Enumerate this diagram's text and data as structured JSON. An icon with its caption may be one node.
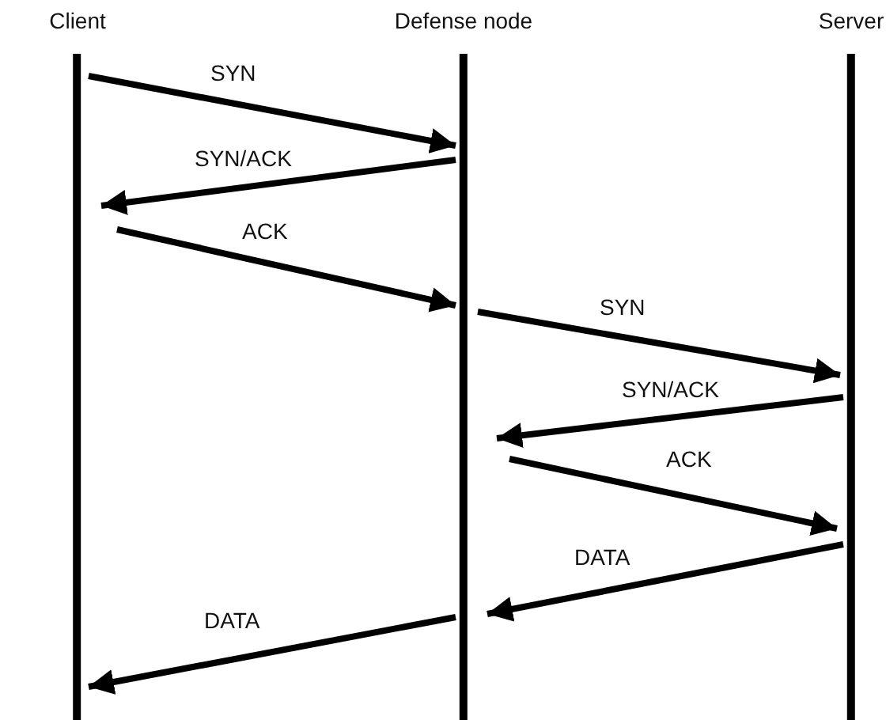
{
  "diagram": {
    "nodes": [
      {
        "text": [
          "Client"
        ]
      },
      {
        "text": [
          "Defense node"
        ]
      },
      {
        "text": [
          "Server"
        ]
      }
    ],
    "edges": [
      {
        "from": 0,
        "to": 1,
        "arrow": "to",
        "label": "SYN"
      },
      {
        "from": 1,
        "to": 0,
        "arrow": "to",
        "label": "SYN/ACK"
      },
      {
        "from": 0,
        "to": 1,
        "arrow": "to",
        "label": "ACK"
      },
      {
        "from": 1,
        "to": 2,
        "arrow": "to",
        "label": "SYN"
      },
      {
        "from": 2,
        "to": 1,
        "arrow": "to",
        "label": "SYN/ACK"
      },
      {
        "from": 1,
        "to": 2,
        "arrow": "to",
        "label": "ACK"
      },
      {
        "from": 2,
        "to": 1,
        "arrow": "to",
        "label": "DATA"
      },
      {
        "from": 1,
        "to": 0,
        "arrow": "to",
        "label": "DATA"
      }
    ]
  }
}
